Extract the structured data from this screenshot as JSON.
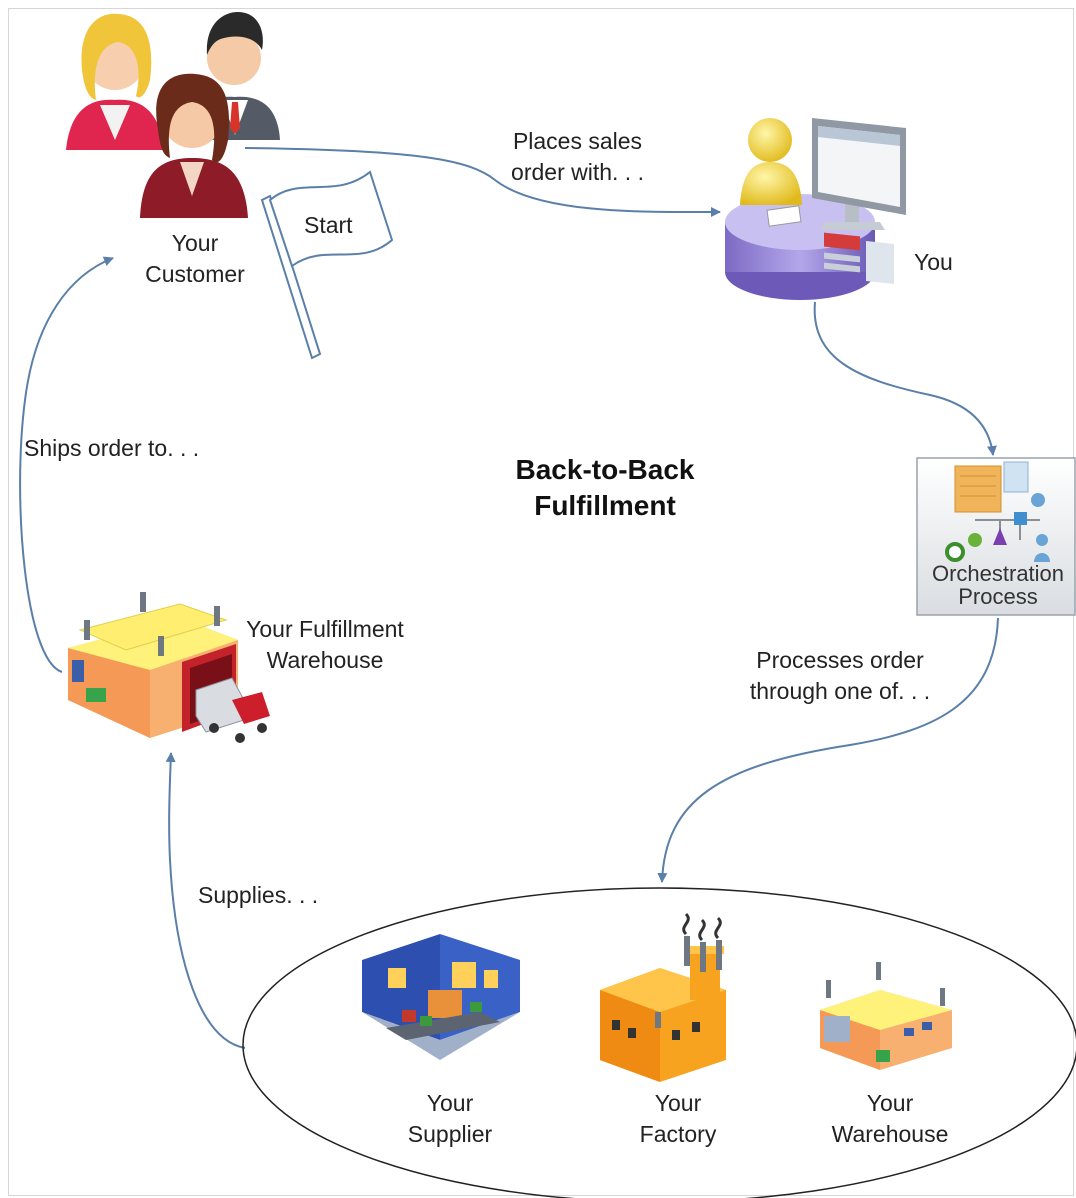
{
  "title": {
    "line1": "Back-to-Back",
    "line2": "Fulfillment"
  },
  "nodes": {
    "customer": {
      "line1": "Your",
      "line2": "Customer"
    },
    "start": "Start",
    "you": "You",
    "orchestration": {
      "line1": "Orchestration",
      "line2": "Process"
    },
    "fulfillment_warehouse": {
      "line1": "Your Fulfillment",
      "line2": "Warehouse"
    },
    "supplier": {
      "line1": "Your",
      "line2": "Supplier"
    },
    "factory": {
      "line1": "Your",
      "line2": "Factory"
    },
    "warehouse": {
      "line1": "Your",
      "line2": "Warehouse"
    }
  },
  "edges": {
    "places_order": {
      "line1": "Places sales",
      "line2": "order  with. . ."
    },
    "processes_order": {
      "line1": "Processes order",
      "line2": "through one of. . ."
    },
    "supplies": "Supplies. . .",
    "ships_order": "Ships order to. . ."
  },
  "colors": {
    "arrow": "#5a7fa8",
    "counter": "#8c7bd1",
    "truck": "#cc1f2b",
    "building": "#f7b070",
    "roof": "#fff27a"
  }
}
